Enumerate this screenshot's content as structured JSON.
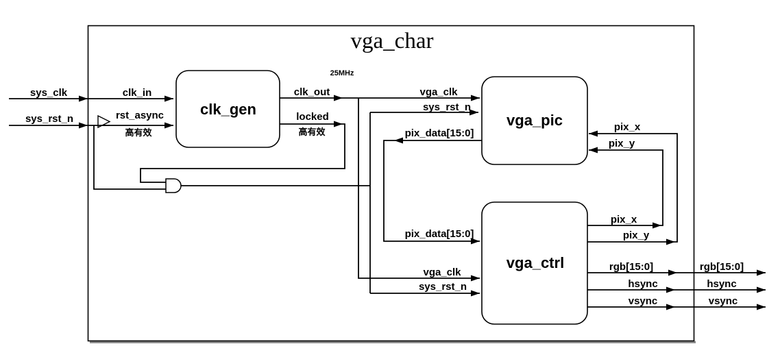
{
  "diagram": {
    "title": "vga_char",
    "blocks": {
      "clk_gen": {
        "label": "clk_gen"
      },
      "vga_pic": {
        "label": "vga_pic"
      },
      "vga_ctrl": {
        "label": "vga_ctrl"
      }
    },
    "signals": {
      "sys_clk": "sys_clk",
      "sys_rst_n": "sys_rst_n",
      "clk_in": "clk_in",
      "rst_async": "rst_async",
      "clk_out": "clk_out",
      "locked": "locked",
      "vga_clk": "vga_clk",
      "pix_data": "pix_data[15:0]",
      "pix_x": "pix_x",
      "pix_y": "pix_y",
      "rgb": "rgb[15:0]",
      "hsync": "hsync",
      "vsync": "vsync"
    },
    "annotations": {
      "clock_frequency": "25MHz",
      "active_high_note": "高有效"
    },
    "colors": {
      "line": "#000000",
      "shadow": "#8c8c8c",
      "background": "#ffffff"
    }
  }
}
